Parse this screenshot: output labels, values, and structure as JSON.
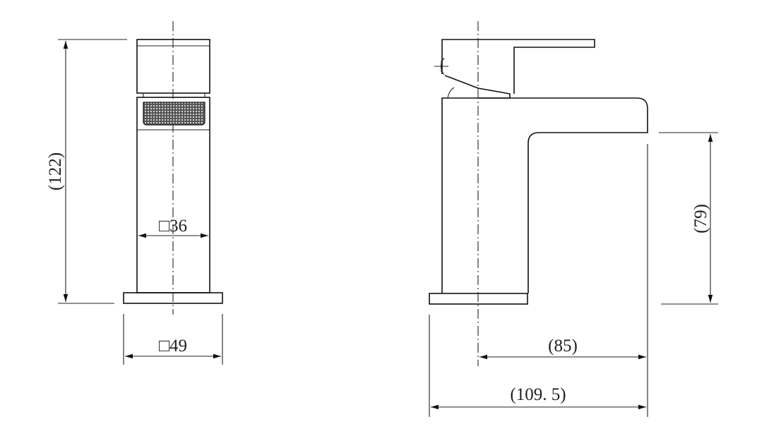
{
  "drawing": {
    "front_view": {
      "overall_height": "(122)",
      "body_width": "□36",
      "base_width": "□49"
    },
    "side_view": {
      "spout_height": "(79)",
      "spout_reach": "(85)",
      "overall_depth": "(109. 5)"
    },
    "colors": {
      "line": "#111111",
      "background": "#ffffff"
    }
  }
}
